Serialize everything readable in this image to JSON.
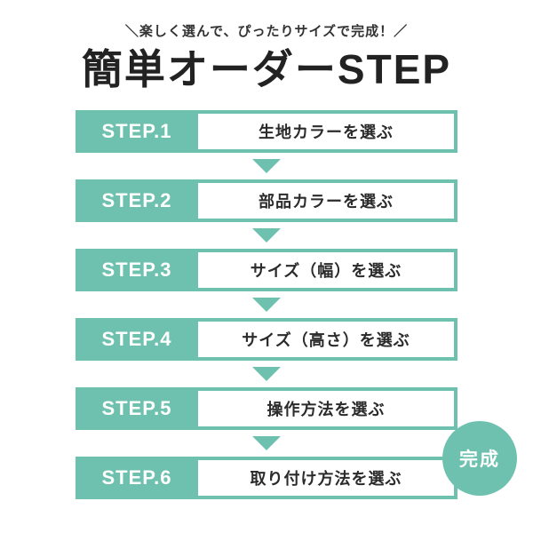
{
  "header": {
    "tagline": "＼楽しく選んで、ぴったりサイズで完成！／",
    "title": "簡単オーダーSTEP"
  },
  "steps": [
    {
      "label": "STEP.1",
      "text": "生地カラーを選ぶ"
    },
    {
      "label": "STEP.2",
      "text": "部品カラーを選ぶ"
    },
    {
      "label": "STEP.3",
      "text": "サイズ（幅）を選ぶ"
    },
    {
      "label": "STEP.4",
      "text": "サイズ（高さ）を選ぶ"
    },
    {
      "label": "STEP.5",
      "text": "操作方法を選ぶ"
    },
    {
      "label": "STEP.6",
      "text": "取り付け方法を選ぶ"
    }
  ],
  "badge": {
    "text": "完成"
  },
  "colors": {
    "accent": "#6fc1af",
    "text_dark": "#222222",
    "step_text": "#2b2b2b",
    "background": "#ffffff"
  }
}
